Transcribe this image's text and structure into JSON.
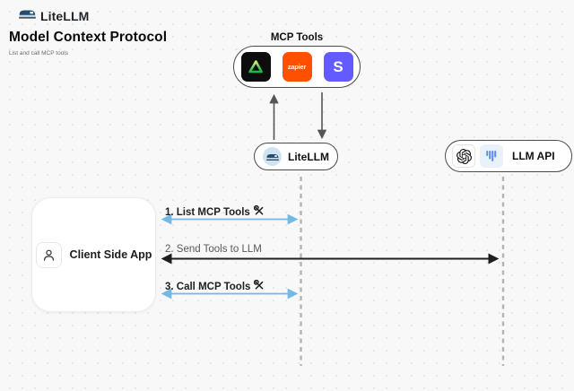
{
  "header": {
    "brand": "LiteLLM"
  },
  "page": {
    "title": "Model Context Protocol",
    "subtitle": "List and call MCP tools"
  },
  "mcp_tools": {
    "label": "MCP Tools",
    "zapier_label": "zapier",
    "stripe_label": "S"
  },
  "nodes": {
    "litellm": "LiteLLM",
    "llm_api": "LLM API",
    "client": "Client Side App"
  },
  "steps": [
    {
      "label": "1. List MCP Tools"
    },
    {
      "label": "2. Send Tools to LLM"
    },
    {
      "label": "3. Call MCP Tools"
    }
  ],
  "colors": {
    "background": "#f8f8f8",
    "node_border": "#4b4b4b",
    "step_arrow_blue": "#72b9e6",
    "step_arrow_dark": "#1f1f1f",
    "lifeline_gray": "#b3b3b3",
    "vertical_arrow_gray": "#555555",
    "zapier_orange": "#FF4F00",
    "stripe_purple": "#635BFF",
    "tool_black": "#0d0d0d",
    "litellm_icon_blue": "#cfe4f2"
  }
}
